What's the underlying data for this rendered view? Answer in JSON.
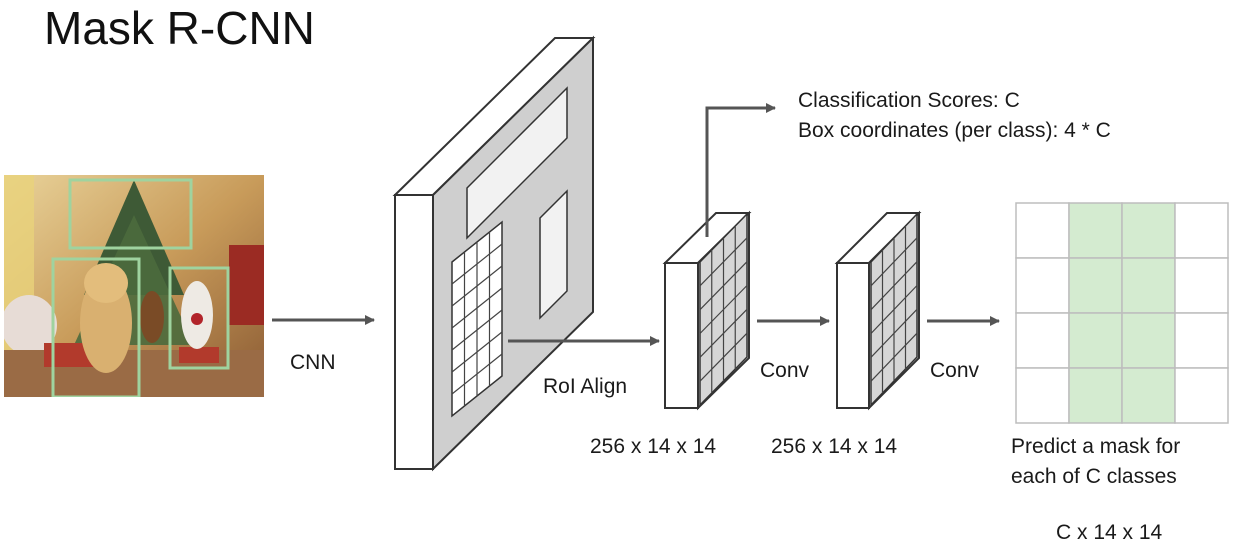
{
  "title": "Mask R-CNN",
  "labels": {
    "cnn": "CNN",
    "roi_align": "RoI Align",
    "conv1": "Conv",
    "conv2": "Conv",
    "dim1": "256 x 14 x 14",
    "dim2": "256 x 14 x 14",
    "class_scores": "Classification Scores: C",
    "box_coords": "Box coordinates (per class): 4 * C",
    "predict_line1": "Predict a mask for",
    "predict_line2": "each of C classes",
    "mask_dim": "C x 14 x 14"
  },
  "colors": {
    "box_outline": "#9fd39f",
    "mask_fill": "#d4ebd0",
    "featuremap_face": "#cfcfcf",
    "arrow": "#555555"
  },
  "mask_grid": {
    "rows": 4,
    "cols": 4,
    "highlighted_cols": [
      1,
      2
    ]
  }
}
